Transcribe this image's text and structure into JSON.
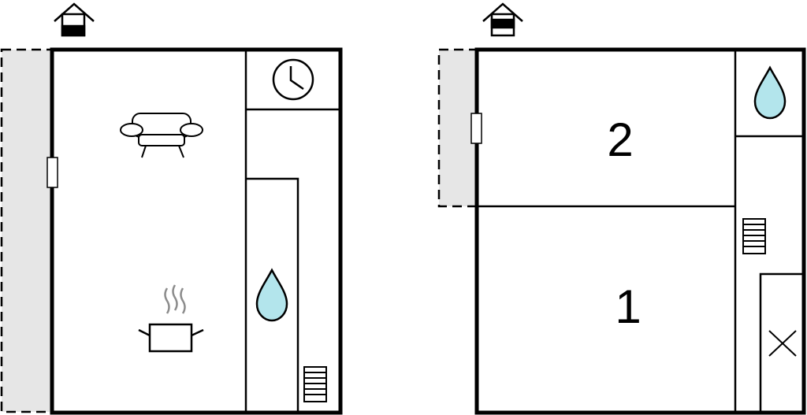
{
  "floors": [
    {
      "name": "ground",
      "icons": [
        "house-ground-floor-icon",
        "sofa-icon",
        "cooking-pot-icon",
        "clock-icon",
        "water-drop-icon",
        "radiator-icon"
      ],
      "has_terrace": true
    },
    {
      "name": "upper",
      "icons": [
        "house-upper-floor-icon",
        "water-drop-icon",
        "radiator-icon",
        "closet-cross-icon"
      ],
      "rooms": [
        {
          "label": "2"
        },
        {
          "label": "1"
        }
      ],
      "has_terrace": true
    }
  ],
  "colors": {
    "wall": "#000000",
    "terrace": "#e6e6e6",
    "water": "#b3e5ec",
    "steam": "#8c8c8c"
  }
}
